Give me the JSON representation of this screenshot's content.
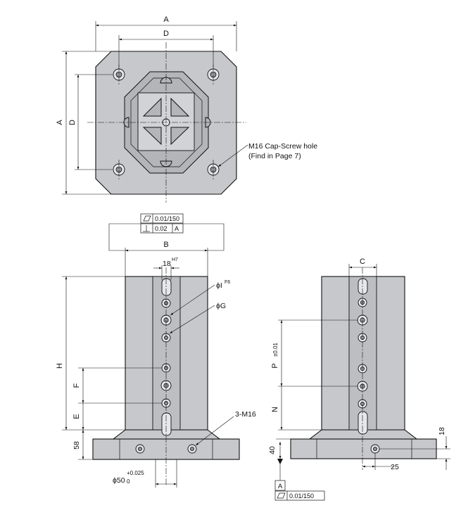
{
  "labels": {
    "A": "A",
    "D": "D",
    "B": "B",
    "C": "C",
    "H": "H",
    "E": "E",
    "F": "F",
    "N": "N",
    "P": "P",
    "P_tol": "±0.01",
    "fit_18": "18",
    "fit_18_sup": "H7",
    "phi_I": "ϕI",
    "phi_I_sup": "F6",
    "phi_G": "ϕG",
    "m16_3": "3-M16",
    "d58": "58",
    "d40": "40",
    "d18": "18",
    "d25": "25",
    "phi50": "ϕ50",
    "phi50_tol_upper": "+0.025",
    "phi50_tol_lower": "0"
  },
  "callout": {
    "line1": "M16 Cap-Screw hole",
    "line2": "(Find in Page 7)"
  },
  "tolerance": {
    "flatness_value": "0.01/150",
    "perp_value": "0.02",
    "perp_datum": "A",
    "datum": "A",
    "parallel_value": "0.01/150"
  }
}
